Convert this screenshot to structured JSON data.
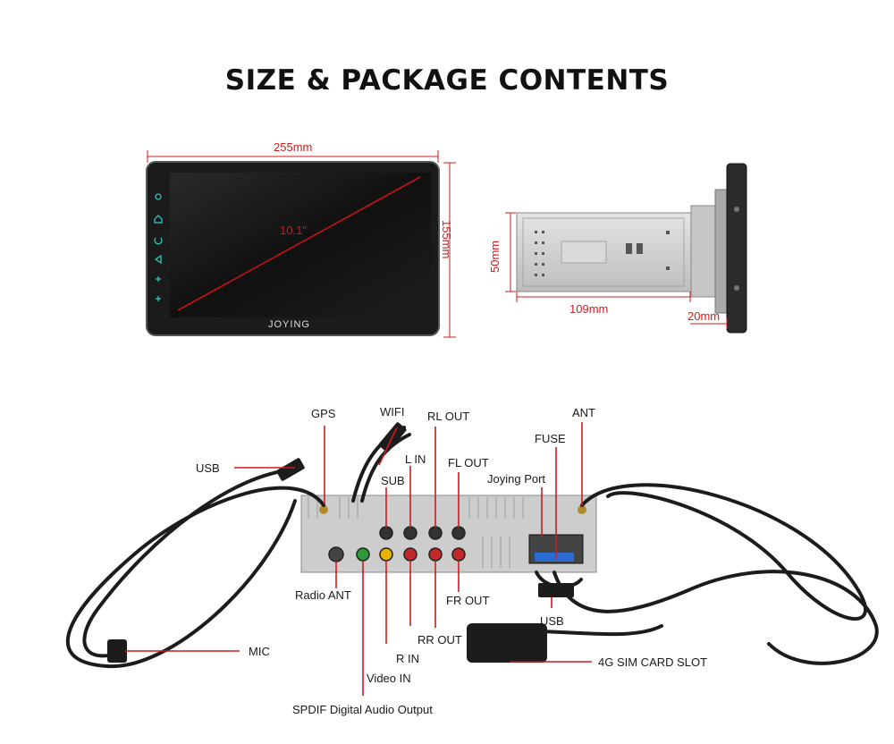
{
  "page": {
    "title": "SIZE & PACKAGE CONTENTS"
  },
  "dimensions": {
    "width": "255mm",
    "height": "155mm",
    "diagonal": "10.1\"",
    "chassis_height": "50mm",
    "chassis_depth": "109mm",
    "bezel_depth": "20mm",
    "brand": "JOYING"
  },
  "connectors": {
    "gps": "GPS",
    "wifi": "WIFI",
    "rl_out": "RL OUT",
    "usb_left": "USB",
    "l_in": "L IN",
    "fl_out": "FL OUT",
    "sub": "SUB",
    "joying_port": "Joying Port",
    "fuse": "FUSE",
    "ant": "ANT",
    "radio_ant": "Radio ANT",
    "fr_out": "FR OUT",
    "usb_right": "USB",
    "rr_out": "RR OUT",
    "r_in": "R IN",
    "mic": "MIC",
    "video_in": "Video IN",
    "sim_slot": "4G SIM CARD SLOT",
    "spdif": "SPDIF Digital Audio Output"
  },
  "colors": {
    "accent": "#d21a1a",
    "cable": "#1c1c1c",
    "screen": "#141414",
    "metal": "#cfcfcf"
  }
}
